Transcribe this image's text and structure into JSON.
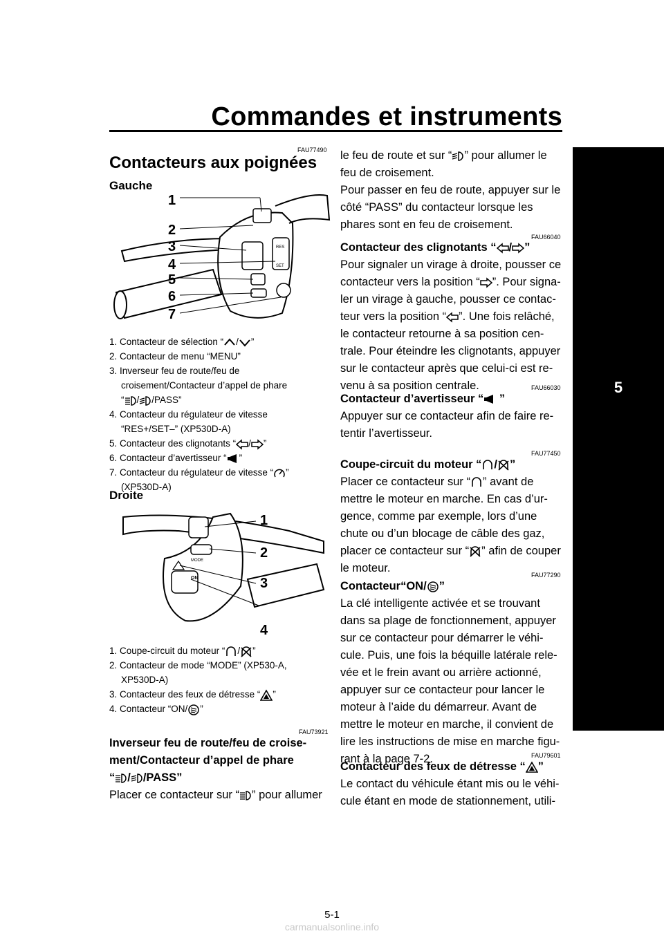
{
  "header": {
    "title": "Commandes et instruments"
  },
  "chapter_tab": "5",
  "section": {
    "code": "FAU77490",
    "title": "Contacteurs aux poignées"
  },
  "left_figure": {
    "label": "Gauche",
    "callouts": [
      "1",
      "2",
      "3",
      "4",
      "5",
      "6",
      "7"
    ],
    "captions": [
      "1. Contacteur de sélection “",
      "2. Contacteur de menu “MENU”",
      "3. Inverseur feu de route/feu de",
      "croisement/Contacteur d’appel de phare",
      "/PASS”",
      "4. Contacteur du régulateur de vitesse",
      "“RES+/SET–” (XP530D-A)",
      "5. Contacteur des clignotants “",
      "6. Contacteur d’avertisseur “",
      "7. Contacteur du régulateur de vitesse “",
      "(XP530D-A)"
    ],
    "button_labels": [
      "RES",
      "SET"
    ]
  },
  "right_figure": {
    "label": "Droite",
    "callouts": [
      "1",
      "2",
      "3",
      "4"
    ],
    "captions": [
      "1. Coupe-circuit du moteur “",
      "2. Contacteur de mode “MODE” (XP530-A,",
      "XP530D-A)",
      "3. Contacteur des feux de détresse “",
      "4. Contacteur “ON/"
    ],
    "button_labels": [
      "MODE",
      "ON"
    ]
  },
  "left_col": {
    "code": "FAU73921",
    "heading_lines": [
      "Inverseur feu de route/feu de croise-",
      "ment/Contacteur d’appel de phare",
      "/PASS”"
    ],
    "para_start": "Placer ce contacteur sur “",
    "para_end": "” pour allumer"
  },
  "right_col": {
    "p1_l1_a": "le feu de route et sur “",
    "p1_l1_b": "” pour allumer le",
    "p1_rest": [
      "feu de croisement.",
      "Pour passer en feu de route, appuyer sur le",
      "côté “PASS” du contacteur lorsque les",
      "phares sont en feu de croisement."
    ],
    "s2_code": "FAU66040",
    "s2_title": "Contacteur des clignotants “",
    "s2_lines": [
      "Pour signaler un virage à droite, pousser ce",
      "contacteur vers la position “",
      "”. Pour signa-",
      "ler un virage à gauche, pousser ce contac-",
      "teur vers la position “",
      "”. Une fois relâché,",
      "le contacteur retourne à sa position cen-",
      "trale. Pour éteindre les clignotants, appuyer",
      "sur le contacteur après que celui-ci est re-",
      "venu à sa position centrale."
    ],
    "s3_code": "FAU66030",
    "s3_title": "Contacteur d’avertisseur “",
    "s3_lines": [
      "Appuyer sur ce contacteur afin de faire re-",
      "tentir l’avertisseur."
    ],
    "s4_code": "FAU77450",
    "s4_title": "Coupe-circuit du moteur “",
    "s4_lines": [
      "Placer ce contacteur sur “",
      "” avant de",
      "mettre le moteur en marche. En cas d’ur-",
      "gence, comme par exemple, lors d’une",
      "chute ou d’un blocage de câble des gaz,",
      "placer ce contacteur sur “",
      "” afin de couper",
      "le moteur."
    ],
    "s5_code": "FAU77290",
    "s5_title": "Contacteur“ON/",
    "s5_lines": [
      "La clé intelligente activée et se trouvant",
      "dans sa plage de fonctionnement, appuyer",
      "sur ce contacteur pour démarrer le véhi-",
      "cule. Puis, une fois la béquille latérale rele-",
      "vée et le frein avant ou arrière actionné,",
      "appuyer sur ce contacteur pour lancer le",
      "moteur à l’aide du démarreur. Avant de",
      "mettre le moteur en marche, il convient de",
      "lire les instructions de mise en marche figu-",
      "rant à la page 7-2."
    ],
    "s6_code": "FAU79601",
    "s6_title": "Contacteur des feux de détresse “",
    "s6_lines": [
      "Le contact du véhicule étant mis ou le véhi-",
      "cule étant en mode de stationnement, utili-"
    ]
  },
  "footer": {
    "page": "5-1",
    "watermark": "carmanualsonline.info"
  }
}
